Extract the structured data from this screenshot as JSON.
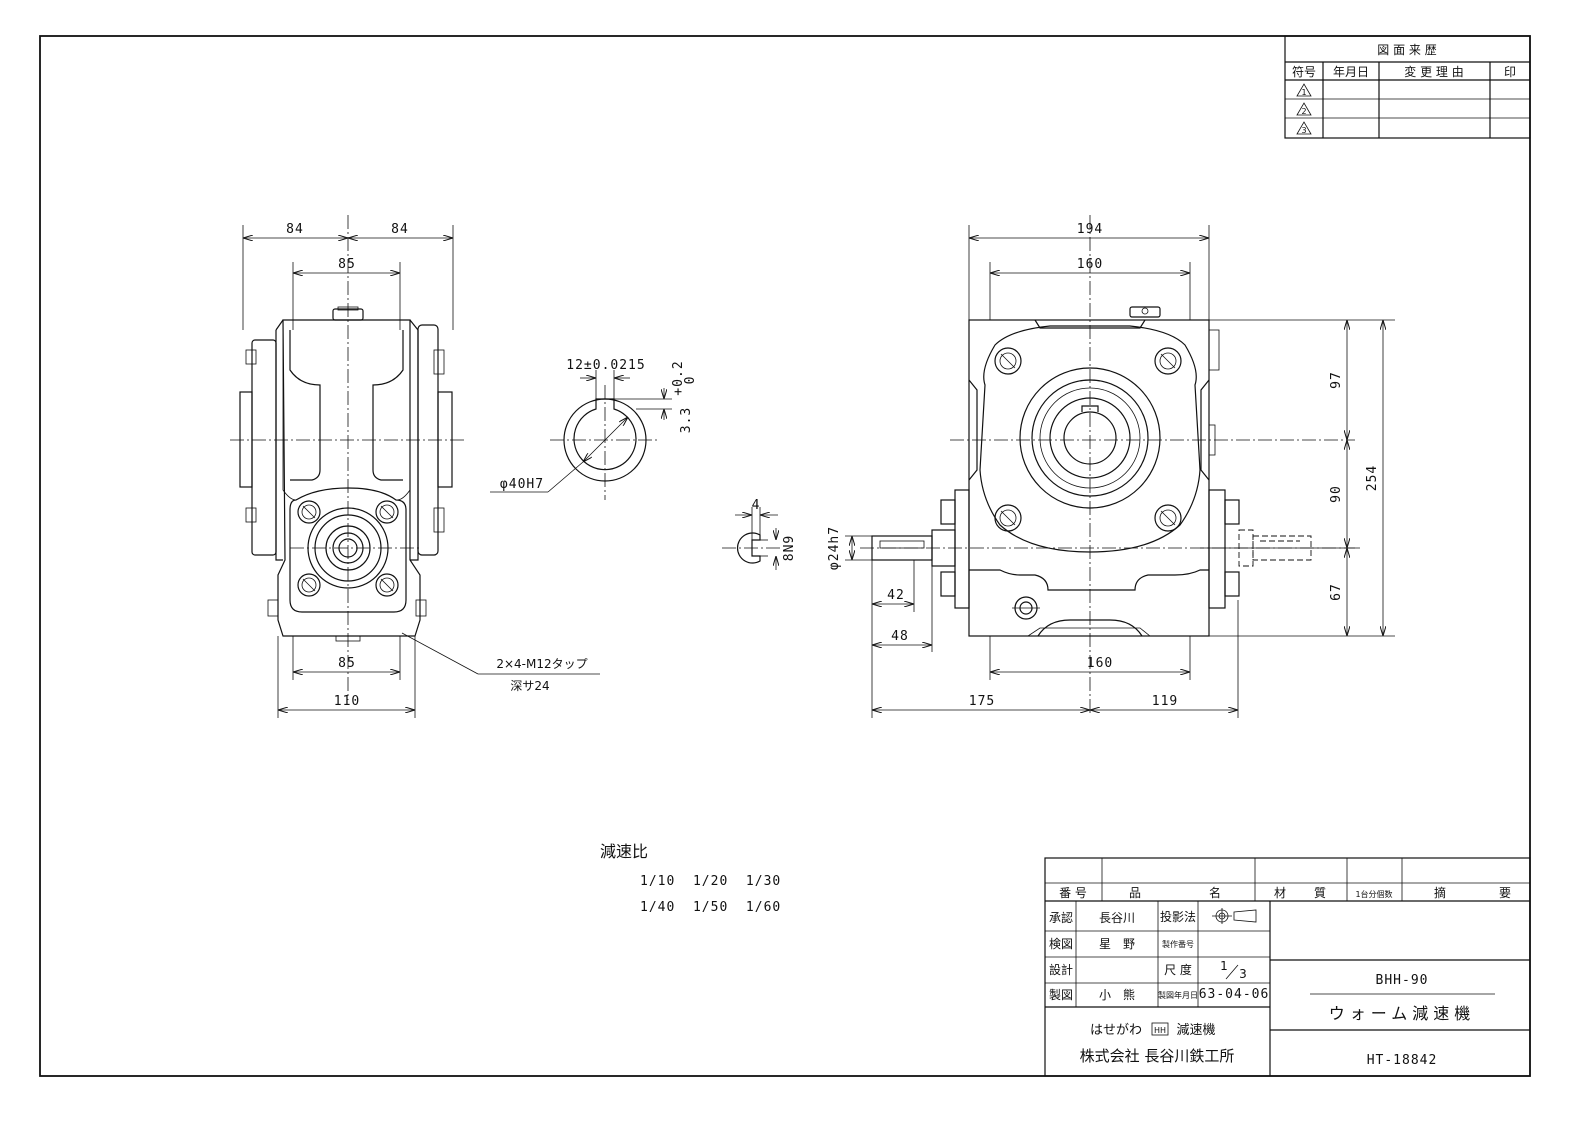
{
  "revision_table": {
    "title": "図 面 来 歴",
    "headers": [
      "符号",
      "年月日",
      "変 更 理 由",
      "印"
    ],
    "symbols": [
      "1",
      "2",
      "3"
    ]
  },
  "left_view": {
    "dims": {
      "top_left": "84",
      "top_right": "84",
      "top_inner": "85",
      "bottom_inner": "85",
      "bottom_outer": "110"
    },
    "tap_note_1": "2×4-M12タップ",
    "tap_note_2": "深サ24"
  },
  "section_view": {
    "key_width": "12±0.0215",
    "key_depth": "3.3",
    "key_depth_tol_upper": "+0.2",
    "key_depth_tol_lower": "0",
    "bore": "φ40H7"
  },
  "key_view": {
    "width": "4",
    "fit": "8N9"
  },
  "right_view": {
    "dims": {
      "top_outer": "194",
      "top_inner": "160",
      "bottom_inner": "160",
      "bottom_left": "175",
      "bottom_right": "119",
      "shaft_42": "42",
      "shaft_48": "48",
      "shaft_dia": "φ24h7",
      "h_97": "97",
      "h_90": "90",
      "h_67": "67",
      "h_254": "254"
    }
  },
  "ratio": {
    "label": "減速比",
    "row1": "1/10  1/20  1/30",
    "row2": "1/40  1/50  1/60"
  },
  "title_block": {
    "headers": {
      "number": "番 号",
      "part_name_1": "品",
      "part_name_2": "名",
      "material_1": "材",
      "material_2": "質",
      "qty": "1台分個数",
      "remark_1": "摘",
      "remark_2": "要"
    },
    "approve_label": "承認",
    "approve_name": "長谷川",
    "check_label": "検図",
    "check_name": "星　野",
    "design_label": "設計",
    "design_name": "",
    "draft_label": "製図",
    "draft_name": "小　熊",
    "projection_label": "投影法",
    "manufacture_no_label": "製作番号",
    "scale_label": "尺 度",
    "scale_num": "1",
    "scale_den": "3",
    "date_label": "製図年月日",
    "date": "63-04-06",
    "model": "BHH-90",
    "product": "ウォーム減速機",
    "brand_1": "はせがわ",
    "brand_mark": "HH",
    "brand_2": "減速機",
    "company": "株式会社 長谷川鉄工所",
    "drawing_no": "HT-18842"
  }
}
